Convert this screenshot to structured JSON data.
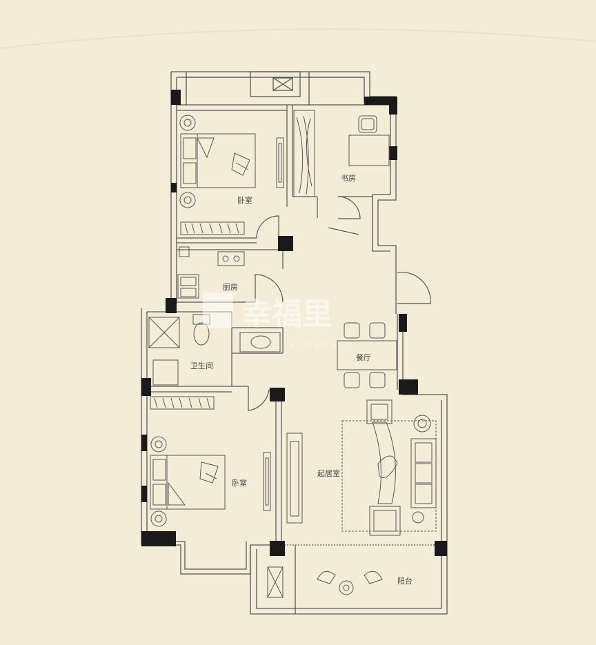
{
  "colors": {
    "background": "#f3ecd6",
    "wall": "#1a1a1a",
    "line": "#555555"
  },
  "rooms": {
    "bedroom_top": "卧室",
    "study": "书房",
    "kitchen": "厨房",
    "bathroom": "卫生间",
    "dining": "餐厅",
    "bedroom_bottom": "卧室",
    "living": "起居室",
    "balcony": "阳台"
  },
  "watermark": {
    "text": "幸福里",
    "sub": "xingfuli",
    "icon": "house-logo-icon"
  }
}
